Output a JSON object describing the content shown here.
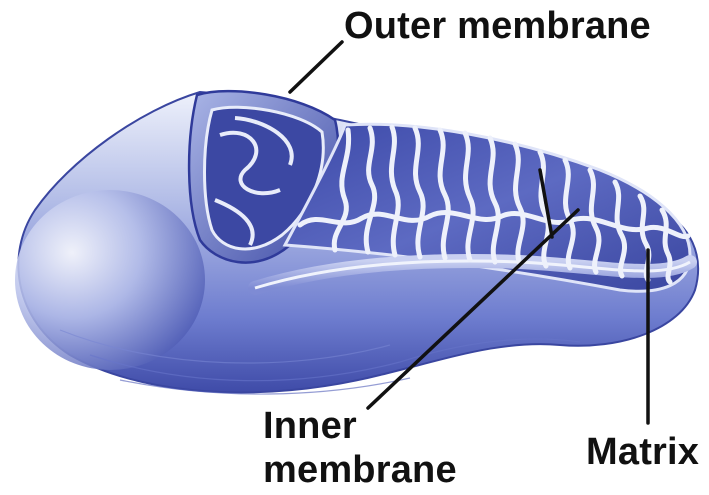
{
  "labels": {
    "outer_membrane": "Outer membrane",
    "inner_membrane_line1": "Inner",
    "inner_membrane_line2": "membrane",
    "matrix": "Matrix"
  },
  "colors": {
    "body_light": "#dfe5f7",
    "body_mid": "#8e9bd8",
    "body_dark": "#2f3a9a",
    "interior": "#5563bd",
    "cristae_highlight": "#f3f5fd",
    "leader_line": "#111111"
  }
}
